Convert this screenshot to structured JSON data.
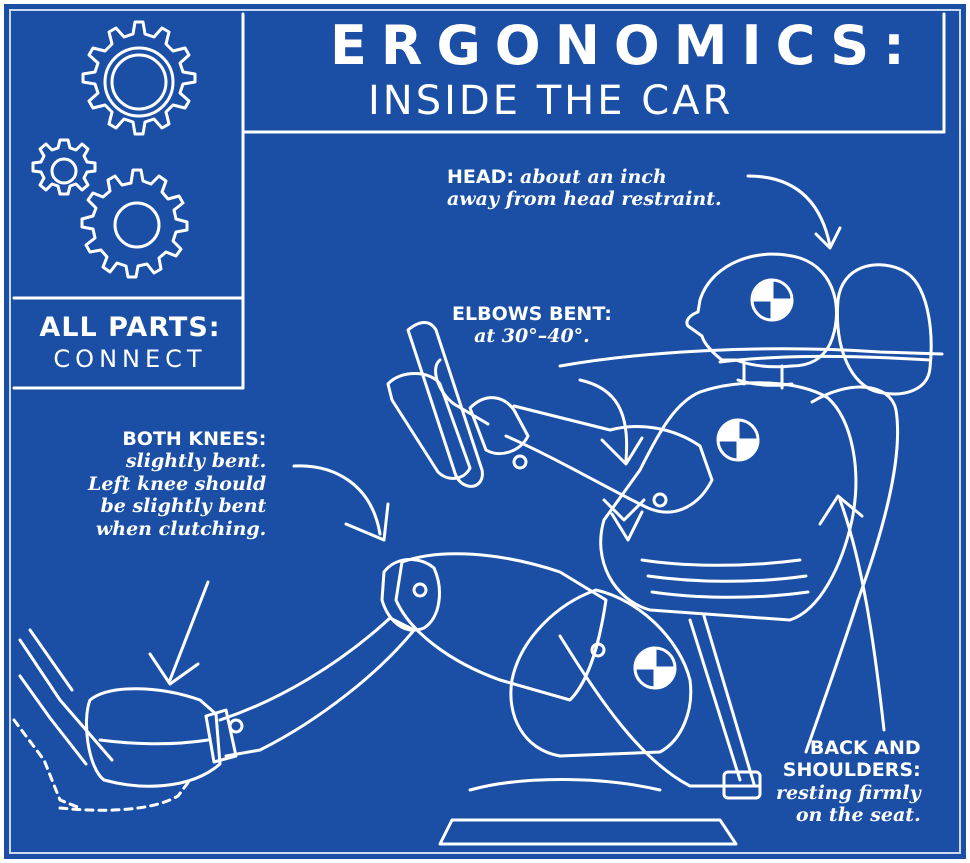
{
  "colors": {
    "background": "#1b4fa6",
    "ink": "#ffffff",
    "frame": "#cfd9ee"
  },
  "title": {
    "main": "ERGONOMICS:",
    "sub": "INSIDE THE CAR"
  },
  "parts_panel": {
    "title": "ALL PARTS:",
    "subtitle": "CONNECT"
  },
  "notes": {
    "head": {
      "label": "HEAD:",
      "line1": "about an inch",
      "line2": "away from head restraint."
    },
    "elbows": {
      "label": "ELBOWS BENT:",
      "line1": "at 30°–40°."
    },
    "knees": {
      "label": "BOTH KNEES:",
      "line1": "slightly bent.",
      "line2": "Left knee should",
      "line3": "be slightly bent",
      "line4": "when clutching."
    },
    "back": {
      "label1": "BACK AND",
      "label2": "SHOULDERS:",
      "line1": "resting firmly",
      "line2": "on the seat."
    }
  },
  "icons": [
    "gear-icon",
    "crash-test-dummy-illustration",
    "seat-illustration",
    "pedal-illustration"
  ]
}
